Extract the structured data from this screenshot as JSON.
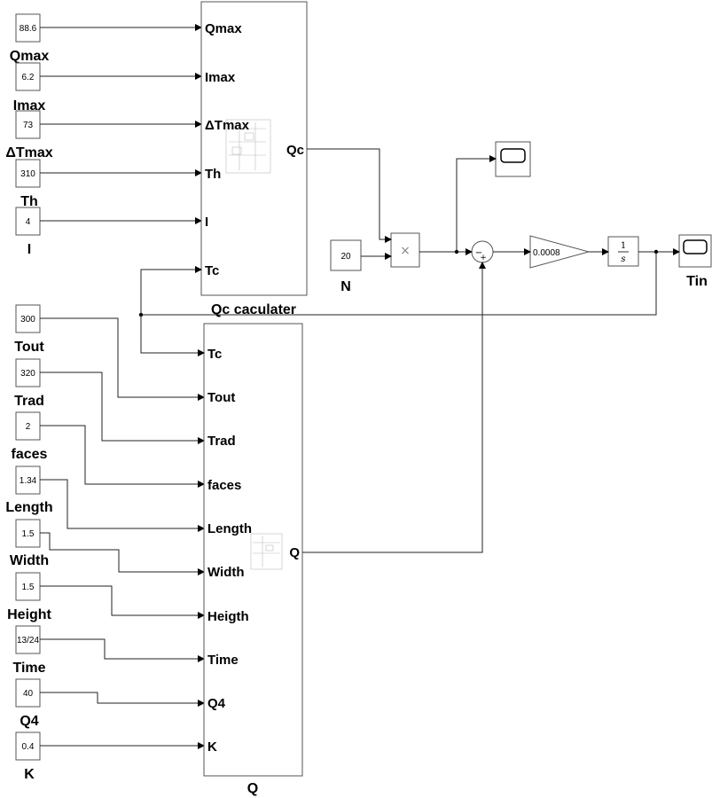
{
  "constants_top": [
    {
      "value": "88.6",
      "label": "Qmax"
    },
    {
      "value": "6.2",
      "label": "Imax"
    },
    {
      "value": "73",
      "label": "ΔTmax"
    },
    {
      "value": "310",
      "label": "Th"
    },
    {
      "value": "4",
      "label": "I"
    }
  ],
  "constants_bottom": [
    {
      "value": "300",
      "label": "Tout"
    },
    {
      "value": "320",
      "label": "Trad"
    },
    {
      "value": "2",
      "label": "faces"
    },
    {
      "value": "1.34",
      "label": "Length"
    },
    {
      "value": "1.5",
      "label": "Width"
    },
    {
      "value": "1.5",
      "label": "Height"
    },
    {
      "value": "13/24",
      "label": "Time"
    },
    {
      "value": "40",
      "label": "Q4"
    },
    {
      "value": "0.4",
      "label": "K"
    }
  ],
  "qc_block": {
    "name": "Qc caculater",
    "inputs": [
      "Qmax",
      "Imax",
      "ΔTmax",
      "Th",
      "I",
      "Tc"
    ],
    "output": "Qc"
  },
  "q_block": {
    "name": "Q",
    "inputs": [
      "Tc",
      "Tout",
      "Trad",
      "faces",
      "Length",
      "Width",
      "Heigth",
      "Time",
      "Q4",
      "K"
    ],
    "output": "Q"
  },
  "n_const": {
    "value": "20",
    "label": "N"
  },
  "product_symbol": "×",
  "sum_signs": {
    "top": "−",
    "bottom": "+"
  },
  "gain_value": "0.0008",
  "integrator": {
    "num": "1",
    "den": "s"
  },
  "scope_out_label": "Tin",
  "colors": {
    "block_border": "#555555",
    "wire": "#222222",
    "background": "#ffffff"
  },
  "icons": [
    "scope-icon",
    "product-icon",
    "sum-icon",
    "gain-icon",
    "integrator-icon"
  ]
}
